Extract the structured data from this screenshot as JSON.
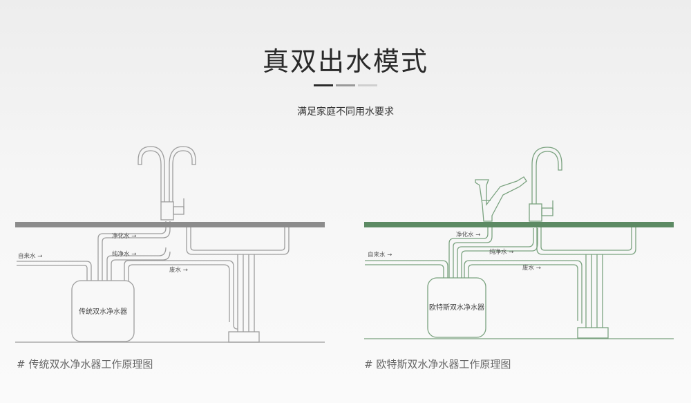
{
  "header": {
    "title": "真双出水模式",
    "subtitle": "满足家庭不同用水要求"
  },
  "colors": {
    "bar_dark": "#2b2b2b",
    "bar_mid": "#9a9a9a",
    "bar_light": "#cfcfcf",
    "traditional_counter": "#8c8c8c",
    "traditional_line": "#9d9d9d",
    "ots_counter": "#5c8a63",
    "ots_line": "#7aa27f"
  },
  "left_diagram": {
    "unit_label": "传统双水净水器",
    "labels": {
      "tap_water": "自来水 →",
      "purified": "净化水 →",
      "pure": "纯净水 →",
      "waste": "废水 →"
    },
    "caption": "# 传统双水净水器工作原理图"
  },
  "right_diagram": {
    "unit_label": "欧特斯双水净水器",
    "labels": {
      "tap_water": "自来水 →",
      "purified": "净化水 →",
      "pure": "纯净水 →",
      "waste": "废水 →"
    },
    "caption": "# 欧特斯双水净水器工作原理图"
  }
}
